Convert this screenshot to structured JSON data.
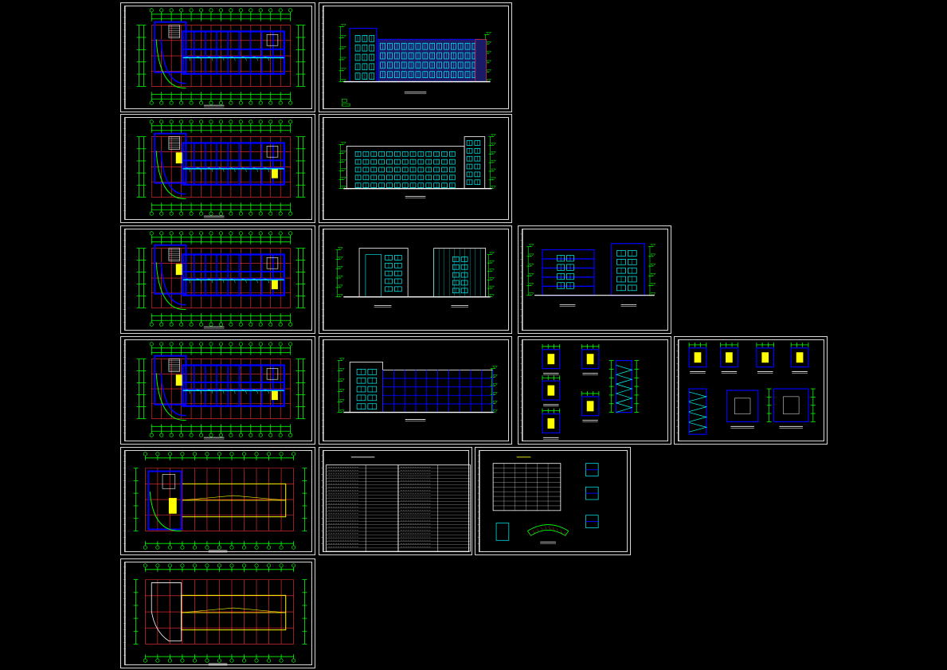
{
  "drawing": {
    "background": "#000000",
    "colors": {
      "frame": "#d9d9d9",
      "dimension": "#00ff00",
      "wall": "#0000ff",
      "axis": "#ff3333",
      "window": "#00ffff",
      "stair": "#ffff00",
      "text": "#ffffff"
    }
  },
  "sheets": [
    {
      "kind": "plan-first",
      "icon": "floor-plan-icon"
    },
    {
      "kind": "elevation-front",
      "icon": "elevation-icon"
    },
    {
      "kind": "plan-typical",
      "icon": "floor-plan-icon"
    },
    {
      "kind": "elevation-rear",
      "icon": "elevation-icon"
    },
    {
      "kind": "plan-typical",
      "icon": "floor-plan-icon"
    },
    {
      "kind": "elevation-side-pair",
      "icon": "elevation-icon"
    },
    {
      "kind": "section-pair",
      "icon": "section-icon"
    },
    {
      "kind": "plan-typical",
      "icon": "floor-plan-icon"
    },
    {
      "kind": "elevation-long",
      "icon": "elevation-icon"
    },
    {
      "kind": "stair-details",
      "icon": "detail-icon"
    },
    {
      "kind": "stair-details-2",
      "icon": "detail-icon"
    },
    {
      "kind": "plan-roof",
      "icon": "roof-plan-icon"
    },
    {
      "kind": "schedule-tables",
      "icon": "table-icon"
    },
    {
      "kind": "door-window-details",
      "icon": "table-icon"
    },
    {
      "kind": "plan-roof-2",
      "icon": "roof-plan-icon"
    }
  ]
}
